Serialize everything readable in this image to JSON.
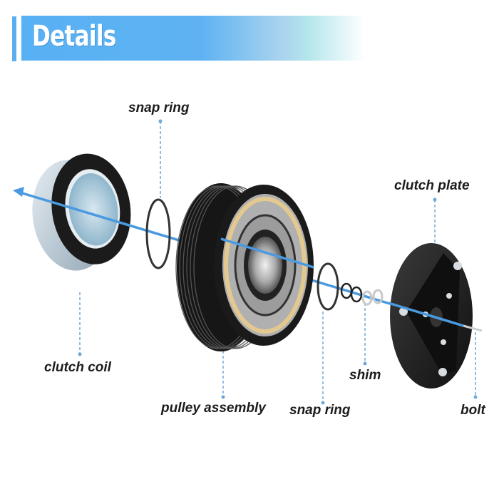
{
  "header": {
    "title": "Details",
    "accent_color": "#58b1f4"
  },
  "diagram": {
    "axis_color": "#4a9ae0",
    "leader_color": "#6fa8d8",
    "parts": [
      {
        "id": "snap-ring-top",
        "label": "snap ring"
      },
      {
        "id": "clutch-plate",
        "label": "clutch plate"
      },
      {
        "id": "clutch-coil",
        "label": "clutch coil"
      },
      {
        "id": "shim",
        "label": "shim"
      },
      {
        "id": "pulley-assembly",
        "label": "pulley assembly"
      },
      {
        "id": "snap-ring-bottom",
        "label": "snap ring"
      },
      {
        "id": "bolt",
        "label": "bolt"
      }
    ]
  }
}
